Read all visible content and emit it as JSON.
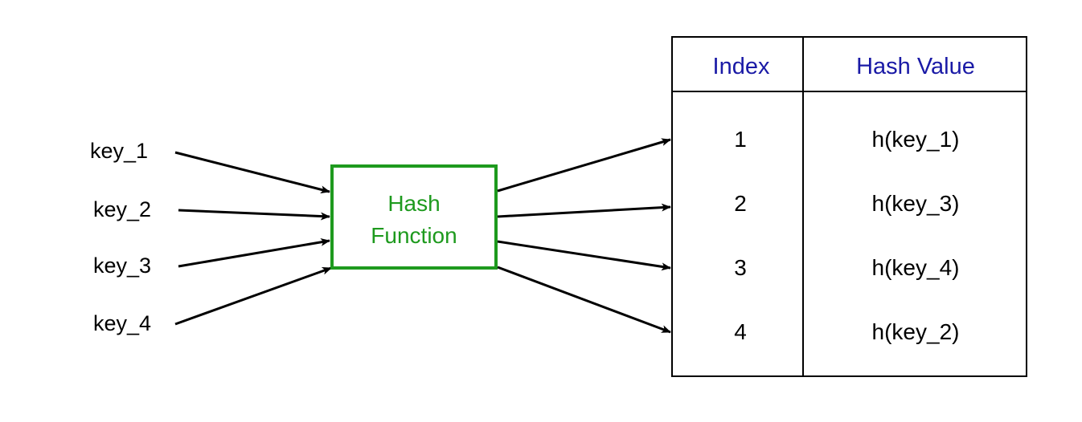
{
  "keys": [
    "key_1",
    "key_2",
    "key_3",
    "key_4"
  ],
  "hash_function": {
    "label_line1": "Hash",
    "label_line2": "Function",
    "color": "#1e9a1e"
  },
  "table": {
    "headers": [
      "Index",
      "Hash Value"
    ],
    "header_color": "#1a1aa6",
    "rows": [
      {
        "index": "1",
        "hash_value": "h(key_1)"
      },
      {
        "index": "2",
        "hash_value": "h(key_3)"
      },
      {
        "index": "3",
        "hash_value": "h(key_4)"
      },
      {
        "index": "4",
        "hash_value": "h(key_2)"
      }
    ]
  }
}
